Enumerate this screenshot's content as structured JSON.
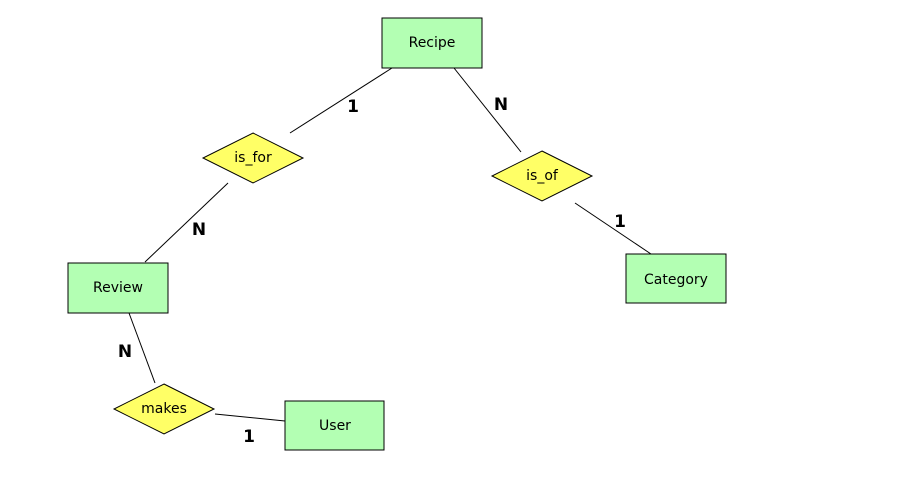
{
  "colors": {
    "entity_fill": "#b3ffb3",
    "relationship_fill": "#ffff66",
    "stroke": "#000000"
  },
  "entities": {
    "recipe": "Recipe",
    "review": "Review",
    "category": "Category",
    "user": "User"
  },
  "relationships": {
    "is_for": "is_for",
    "is_of": "is_of",
    "makes": "makes"
  },
  "cardinalities": {
    "recipe_is_for": "1",
    "review_is_for": "N",
    "recipe_is_of": "N",
    "category_is_of": "1",
    "review_makes": "N",
    "user_makes": "1"
  }
}
